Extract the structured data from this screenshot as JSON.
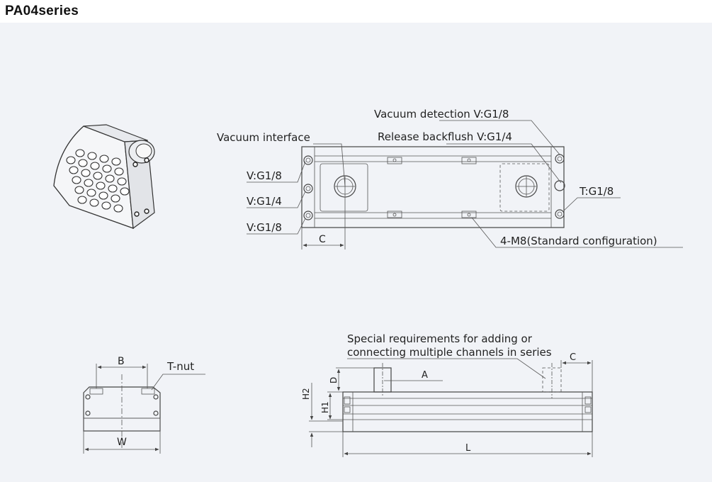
{
  "page": {
    "title": "PA04series"
  },
  "top_view": {
    "vacuum_detection": "Vacuum detection V:G1/8",
    "release_backflush": "Release backflush V:G1/4",
    "vacuum_interface": "Vacuum interface",
    "port_v_g18_upper": "V:G1/8",
    "port_v_g14": "V:G1/4",
    "port_v_g18_lower": "V:G1/8",
    "port_t_g18": "T:G1/8",
    "mounting": "4-M8(Standard configuration)",
    "dim_c": "C"
  },
  "end_view": {
    "dim_b": "B",
    "dim_w": "W",
    "t_nut": "T-nut"
  },
  "side_view": {
    "note_line1": "Special requirements for adding or",
    "note_line2": "connecting multiple channels in series",
    "dim_c": "C",
    "dim_a": "A",
    "dim_d": "D",
    "dim_h1": "H1",
    "dim_h2": "H2",
    "dim_l": "L"
  },
  "colors": {
    "panel_bg": "#f1f3f7",
    "line": "#444444",
    "text": "#222222"
  }
}
